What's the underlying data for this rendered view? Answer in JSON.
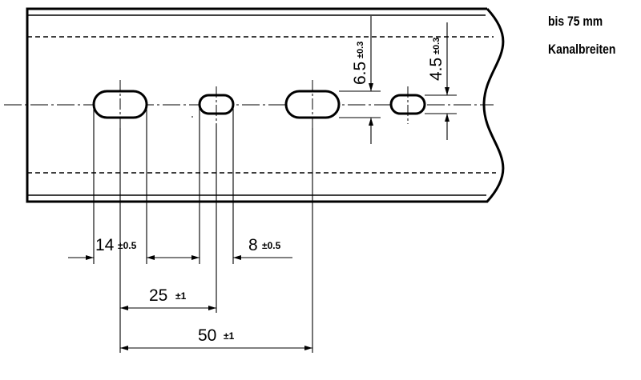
{
  "notes": {
    "line1": "bis 75 mm",
    "line2": "Kanalbreiten"
  },
  "dimensions": {
    "slot_length": {
      "value": "14",
      "tolerance": "±0.5"
    },
    "small_slot_length": {
      "value": "8",
      "tolerance": "±0.5"
    },
    "pitch_short": {
      "value": "25",
      "tolerance": "±1"
    },
    "pitch_long": {
      "value": "50",
      "tolerance": "±1"
    },
    "slot_height_large": {
      "value": "6.5",
      "tolerance": "±0.3"
    },
    "slot_height_small": {
      "value": "4.5",
      "tolerance": "±0.3"
    }
  }
}
